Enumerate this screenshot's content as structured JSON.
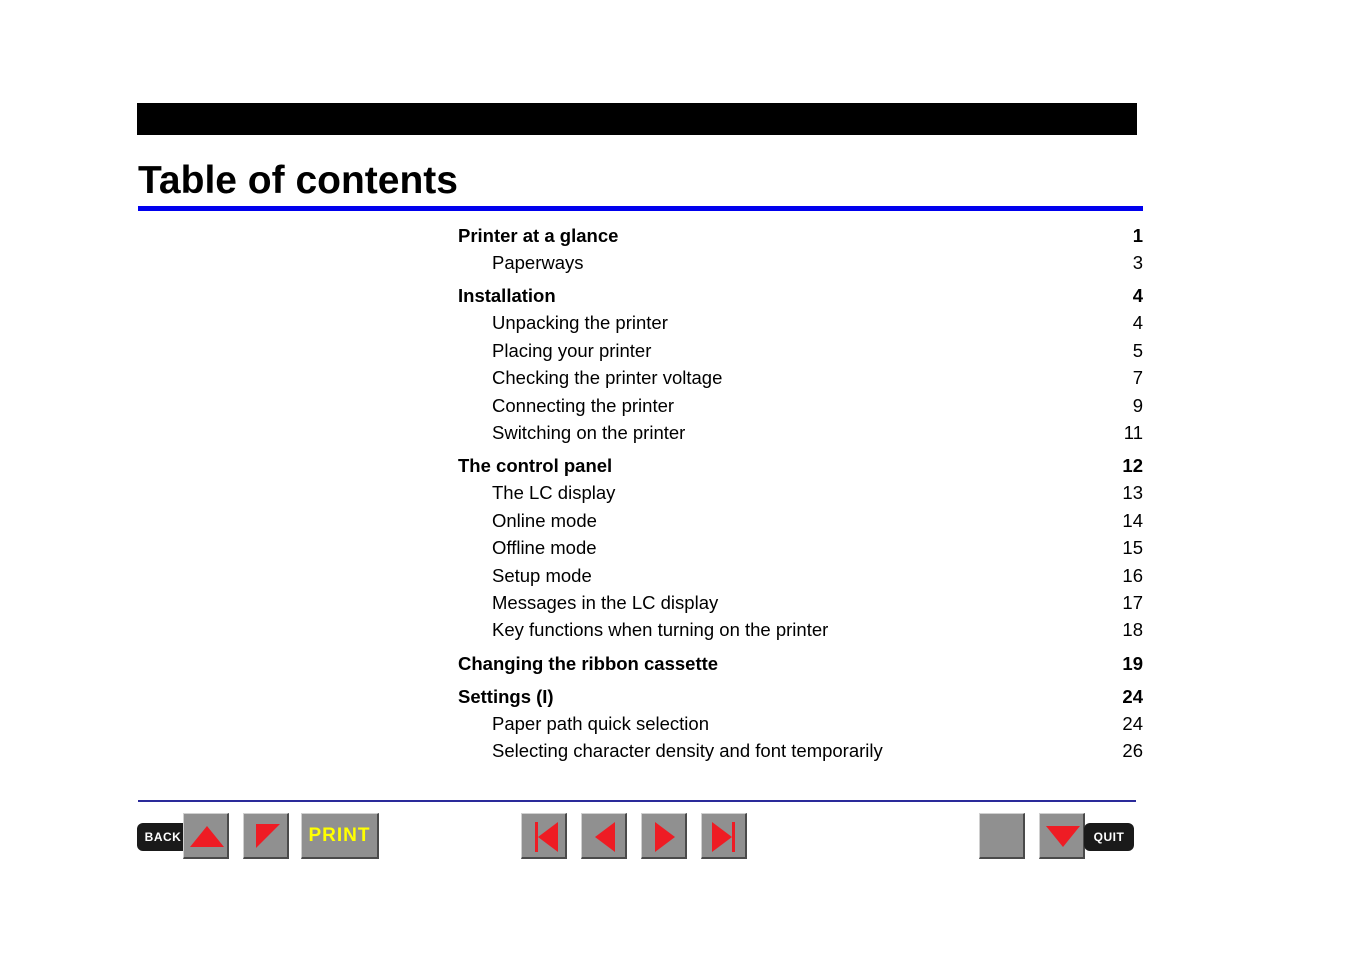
{
  "page": {
    "title": "Table of contents"
  },
  "toc": [
    {
      "label": "Printer at a glance",
      "page": "1",
      "level": "major"
    },
    {
      "label": "Paperways",
      "page": "3",
      "level": "minor"
    },
    {
      "label": "Installation",
      "page": "4",
      "level": "major"
    },
    {
      "label": "Unpacking the printer",
      "page": "4",
      "level": "minor"
    },
    {
      "label": "Placing your printer",
      "page": "5",
      "level": "minor"
    },
    {
      "label": "Checking the printer voltage",
      "page": "7",
      "level": "minor"
    },
    {
      "label": "Connecting the printer",
      "page": "9",
      "level": "minor"
    },
    {
      "label": "Switching on the printer",
      "page": "11",
      "level": "minor"
    },
    {
      "label": "The control panel",
      "page": "12",
      "level": "major"
    },
    {
      "label": "The LC display",
      "page": "13",
      "level": "minor"
    },
    {
      "label": "Online mode",
      "page": "14",
      "level": "minor"
    },
    {
      "label": "Offline mode",
      "page": "15",
      "level": "minor"
    },
    {
      "label": "Setup mode",
      "page": "16",
      "level": "minor"
    },
    {
      "label": "Messages in the LC display",
      "page": "17",
      "level": "minor"
    },
    {
      "label": "Key functions when turning on the printer",
      "page": "18",
      "level": "minor"
    },
    {
      "label": "Changing the ribbon cassette",
      "page": "19",
      "level": "major"
    },
    {
      "label": "Settings (I)",
      "page": "24",
      "level": "major"
    },
    {
      "label": "Paper path quick selection",
      "page": "24",
      "level": "minor"
    },
    {
      "label": "Selecting character density and font temporarily",
      "page": "26",
      "level": "minor"
    }
  ],
  "nav": {
    "back_label": "BACK",
    "print_label": "PRINT",
    "quit_label": "QUIT",
    "icons": {
      "up": "triangle-up-icon",
      "corner": "corner-arrow-icon",
      "first": "first-page-icon",
      "prev": "previous-page-icon",
      "next": "next-page-icon",
      "last": "last-page-icon",
      "down": "triangle-down-icon"
    },
    "icon_color": "#ee1c24",
    "print_color": "#ffff00"
  }
}
